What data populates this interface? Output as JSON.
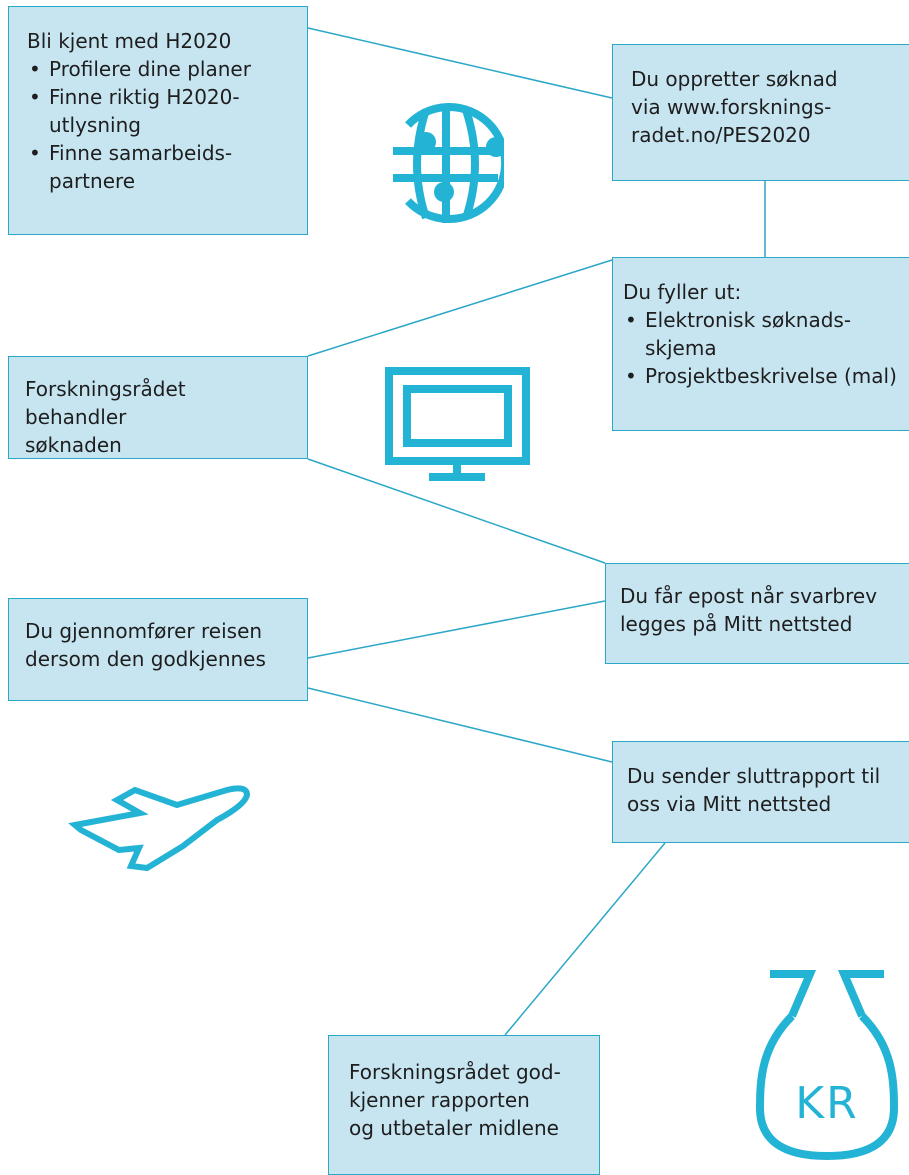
{
  "colors": {
    "box_fill": "#c7e5f1",
    "box_border": "#2ba7c7",
    "icon": "#23b3d5"
  },
  "steps": {
    "get_to_know": {
      "title": "Bli kjent med H2020",
      "items": [
        "Profilere dine planer",
        "Finne riktig H2020-utlysning",
        "Finne samarbeids-partnere"
      ]
    },
    "create_application": {
      "text": "Du oppretter søknad via www.forsknings-radet.no/PES2020"
    },
    "fill_out": {
      "title": "Du fyller ut:",
      "items": [
        "Elektronisk søknads-skjema",
        "Prosjektbeskrivelse (mal)"
      ]
    },
    "processing": {
      "text": "Forskningsrådet behandler søknaden"
    },
    "email": {
      "text": "Du får epost når svarbrev legges på Mitt nettsted"
    },
    "travel": {
      "text": "Du gjennomfører reisen dersom den godkjennes"
    },
    "final_report": {
      "text": "Du sender sluttrapport til oss via Mitt nettsted"
    },
    "approval": {
      "text": "Forskningsrådet god-kjenner rapporten og utbetaler midlene"
    }
  },
  "icons": {
    "globe": "globe-icon",
    "monitor": "monitor-icon",
    "airplane": "airplane-icon",
    "money_bag": "money-bag-icon",
    "money_bag_label": "KR"
  }
}
